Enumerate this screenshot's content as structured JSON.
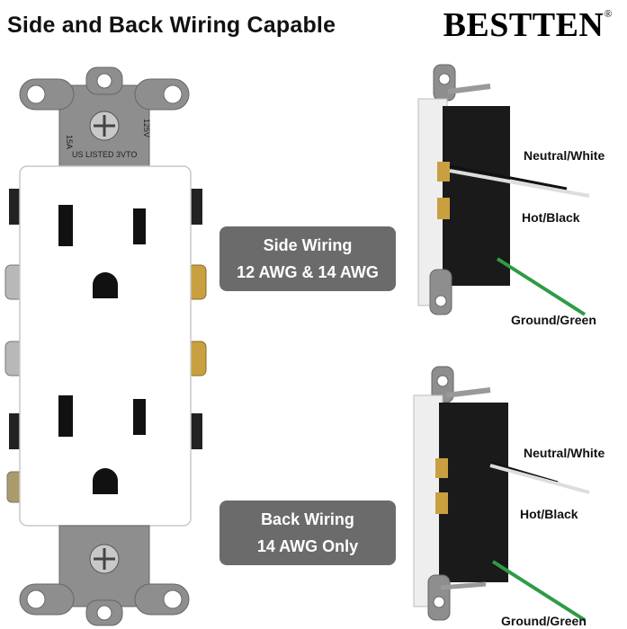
{
  "header": {
    "title": "Side and Back Wiring Capable",
    "brand": "BESTTEN",
    "trademark": "®"
  },
  "outlet_markings": {
    "amps": "15A",
    "volts": "125V",
    "listing": "US LISTED 3VTO"
  },
  "side_wiring": {
    "title": "Side Wiring",
    "spec": "12 AWG & 14 AWG",
    "labels": {
      "neutral": "Neutral/White",
      "hot": "Hot/Black",
      "ground": "Ground/Green"
    }
  },
  "back_wiring": {
    "title": "Back Wiring",
    "spec": "14 AWG Only",
    "labels": {
      "neutral": "Neutral/White",
      "hot": "Hot/Black",
      "ground": "Ground/Green"
    }
  },
  "colors": {
    "strap": "#8e8e8e",
    "outlet_face": "#ffffff",
    "brass_screw": "#c9a040",
    "silver_screw": "#b8b8b8",
    "body_black": "#1a1a1a",
    "ground_wire": "#2e9c45",
    "label_box": "#6b6b6b"
  }
}
